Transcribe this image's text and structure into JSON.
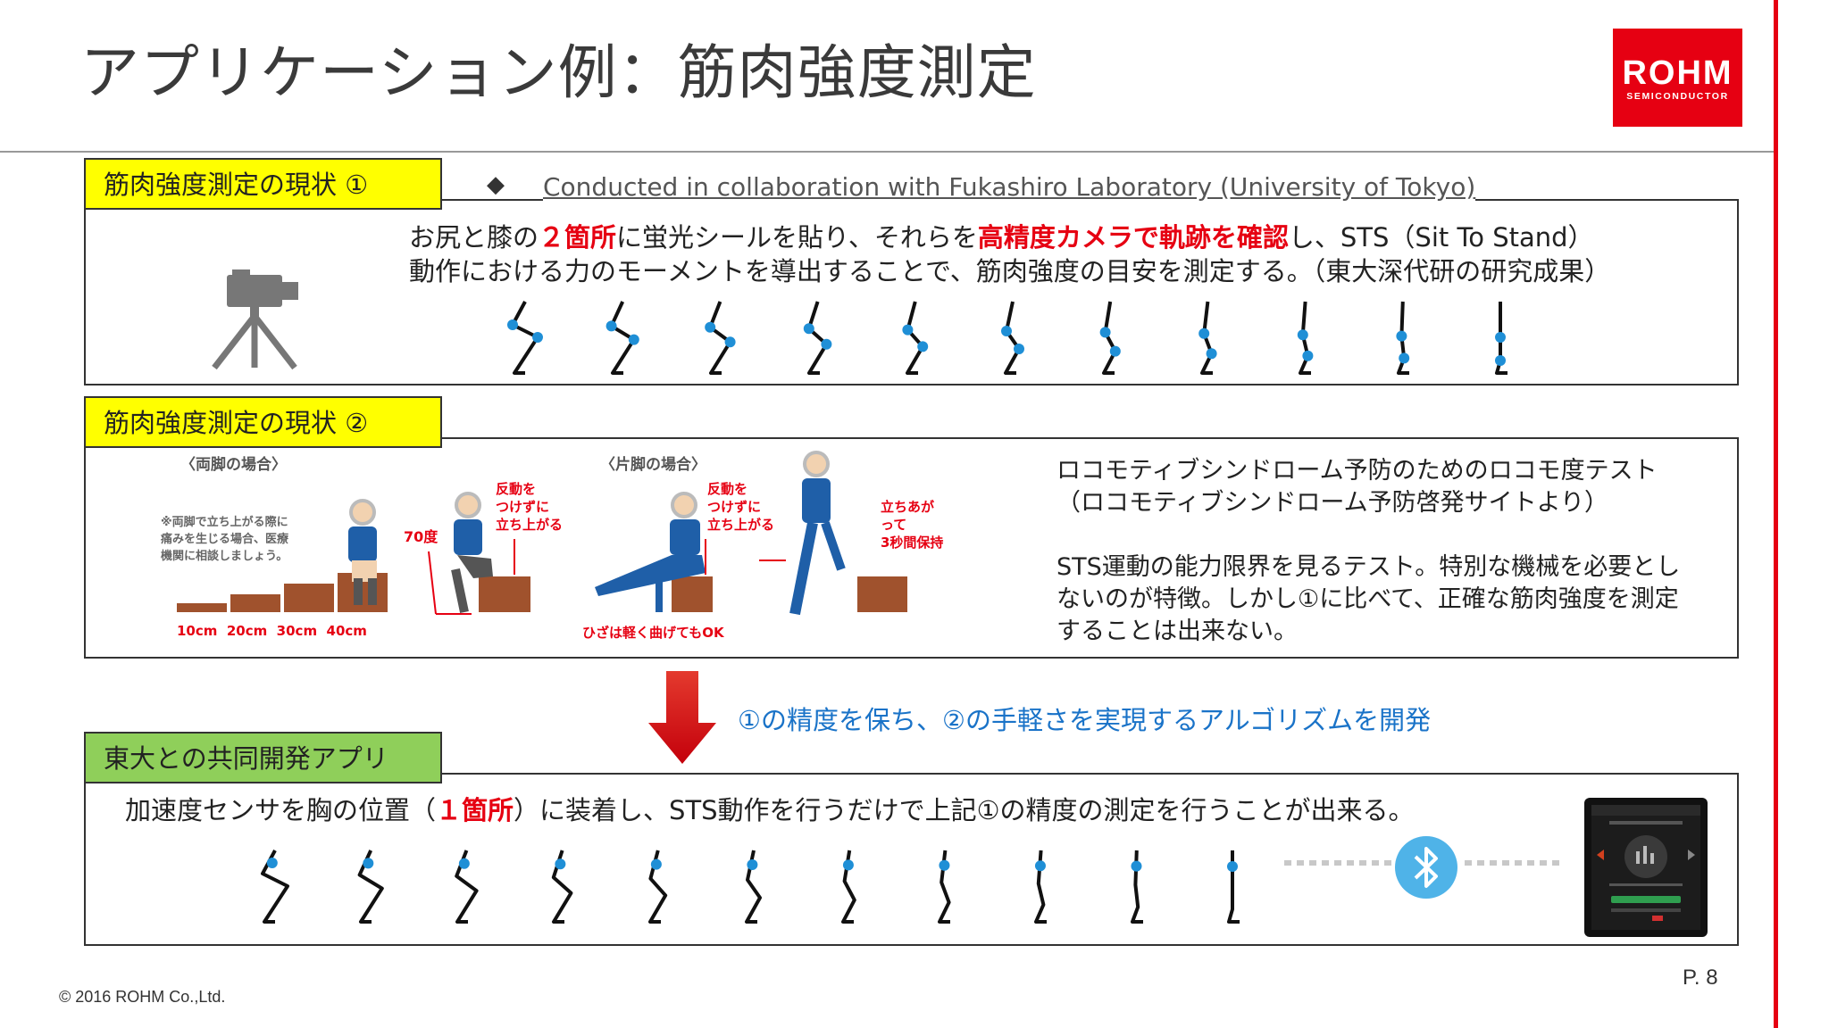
{
  "header": {
    "title": "アプリケーション例：筋肉強度測定"
  },
  "logo": {
    "line1": "ROHM",
    "line2": "SEMICONDUCTOR"
  },
  "section1": {
    "tag": "筋肉強度測定の現状 ①",
    "note_bullet": "◆",
    "note": "Conducted in collaboration with Fukashiro Laboratory (University of Tokyo)",
    "line1_a": "お尻と膝の",
    "line1_b": "２箇所",
    "line1_c": "に蛍光シールを貼り、それらを",
    "line1_d": "高精度カメラで軌跡を確認",
    "line1_e": "し、STS（Sit To Stand）",
    "line2": "動作における力のモーメントを導出することで、筋肉強度の目安を測定する。（東大深代研の研究成果）"
  },
  "section2": {
    "tag": "筋肉強度測定の現状 ②",
    "illus": {
      "both_title": "〈両脚の場合〉",
      "one_title": "〈片脚の場合〉",
      "note_l1": "※両脚で立ち上がる際に",
      "note_l2": "痛みを生じる場合、医療",
      "note_l3": "機関に相談しましょう。",
      "heights": "10cm  20cm  30cm  40cm",
      "deg": "70度",
      "hando1_l1": "反動を",
      "hando1_l2": "つけずに",
      "hando1_l3": "立ち上がる",
      "hando2_l1": "反動を",
      "hando2_l2": "つけずに",
      "hando2_l3": "立ち上がる",
      "hold_l1": "立ちあがって",
      "hold_l2": "3秒間保持",
      "knee_ok": "ひざは軽く曲げてもOK"
    },
    "desc_l1": "ロコモティブシンドローム予防のためのロコモ度テスト",
    "desc_l2": "（ロコモティブシンドローム予防啓発サイトより）",
    "desc_l3": "STS運動の能力限界を見るテスト。特別な機械を必要とし",
    "desc_l4": "ないのが特徴。しかし①に比べて、正確な筋肉強度を測定",
    "desc_l5": "することは出来ない。"
  },
  "arrow_text": "①の精度を保ち、②の手軽さを実現するアルゴリズムを開発",
  "section3": {
    "tag": "東大との共同開発アプリ",
    "text_a": "加速度センサを胸の位置（",
    "text_b": "１箇所",
    "text_c": "）に装着し、STS動作を行うだけで上記①の精度の測定を行うことが出来る。"
  },
  "footer": {
    "copyright": "© 2016 ROHM Co.,Ltd.",
    "page": "P. 8"
  },
  "colors": {
    "accent": "#e60012",
    "dot_blue": "#1f8fd6",
    "bt_blue": "#4fb3e8",
    "tag_yellow": "#ffff00",
    "tag_green": "#8fcf5a",
    "illus_brown": "#a0522d",
    "illus_blue": "#1f5fa8"
  }
}
